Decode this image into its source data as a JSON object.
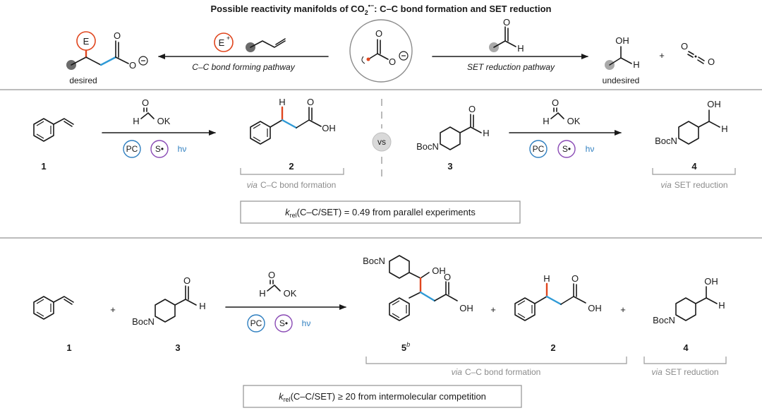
{
  "title": {
    "prefix": "Possible reactivity manifolds of CO",
    "sub": "2",
    "sup": "•−",
    "suffix": ": C–C bond formation and SET reduction"
  },
  "colors": {
    "accent_red": "#e0461e",
    "accent_blue": "#2f9ad6",
    "pc_blue": "#2f7fc0",
    "s_purple": "#8a4bb5",
    "grey": "#8c8c8c"
  },
  "top": {
    "electrophile": "E",
    "electrophile_plus": "E",
    "plus_sign": "+",
    "left_arrow_label": "C–C bond forming pathway",
    "right_arrow_label": "SET reduction pathway",
    "desired": "desired",
    "undesired": "undesired",
    "plus_between": "+",
    "O": "O",
    "H": "H",
    "OH": "OH"
  },
  "row2": {
    "compound1": "1",
    "compound2": "2",
    "compound3": "3",
    "compound4": "4",
    "reagent_K": "OK",
    "reagent_H": "H",
    "reagent_O": "O",
    "pc": "PC",
    "s": "S•",
    "hv": "hν",
    "vs": "vs",
    "via_cc": "C–C bond formation",
    "via_set": "SET reduction",
    "via_word": "via",
    "boc_n": "BocN",
    "OH": "OH",
    "H": "H",
    "O": "O",
    "krel_k": "k",
    "krel_sub": "rel",
    "krel_rest": "(C–C/SET) = 0.49 from parallel experiments"
  },
  "row3": {
    "compound1": "1",
    "compound3": "3",
    "compound5": "5",
    "compound5_sup": "b",
    "compound2": "2",
    "compound4": "4",
    "plus": "+",
    "reagent_K": "OK",
    "reagent_H": "H",
    "reagent_O": "O",
    "pc": "PC",
    "s": "S•",
    "hv": "hν",
    "boc_n": "BocN",
    "OH": "OH",
    "H": "H",
    "O": "O",
    "via_word": "via",
    "via_cc": "C–C bond formation",
    "via_set": "SET reduction",
    "krel_k": "k",
    "krel_sub": "rel",
    "krel_rest": "(C–C/SET) ≥ 20 from intermolecular competition"
  }
}
